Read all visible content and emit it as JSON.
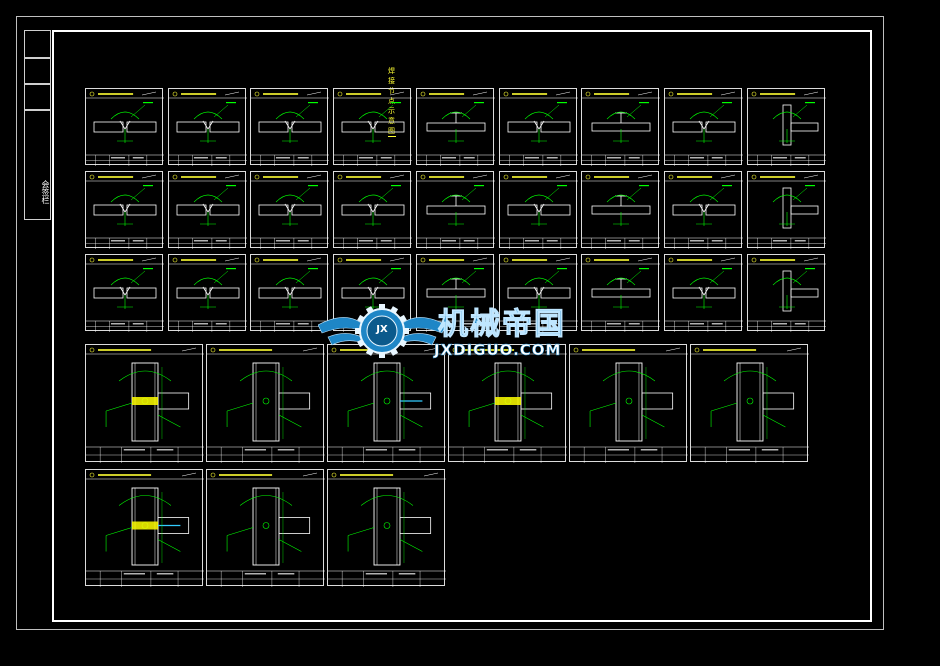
{
  "drawing": {
    "title": "焊接节点示意图",
    "side_label": "会签栏"
  },
  "watermark": {
    "chinese": "机械帝国",
    "english": "JXDIGUO.COM",
    "badge": "JX"
  },
  "colors": {
    "background": "#000000",
    "frame": "#ffffff",
    "lines": "#ffffff",
    "dimensions": "#00ff00",
    "title_text": "#ffff33",
    "accent_cyan": "#33ccff",
    "accent_yellow": "#ffff00",
    "watermark_blue": "#1e86c6"
  },
  "panels": {
    "rows_of_small_details": 3,
    "small_details_per_row": 9,
    "rows_of_large_details": 2
  }
}
